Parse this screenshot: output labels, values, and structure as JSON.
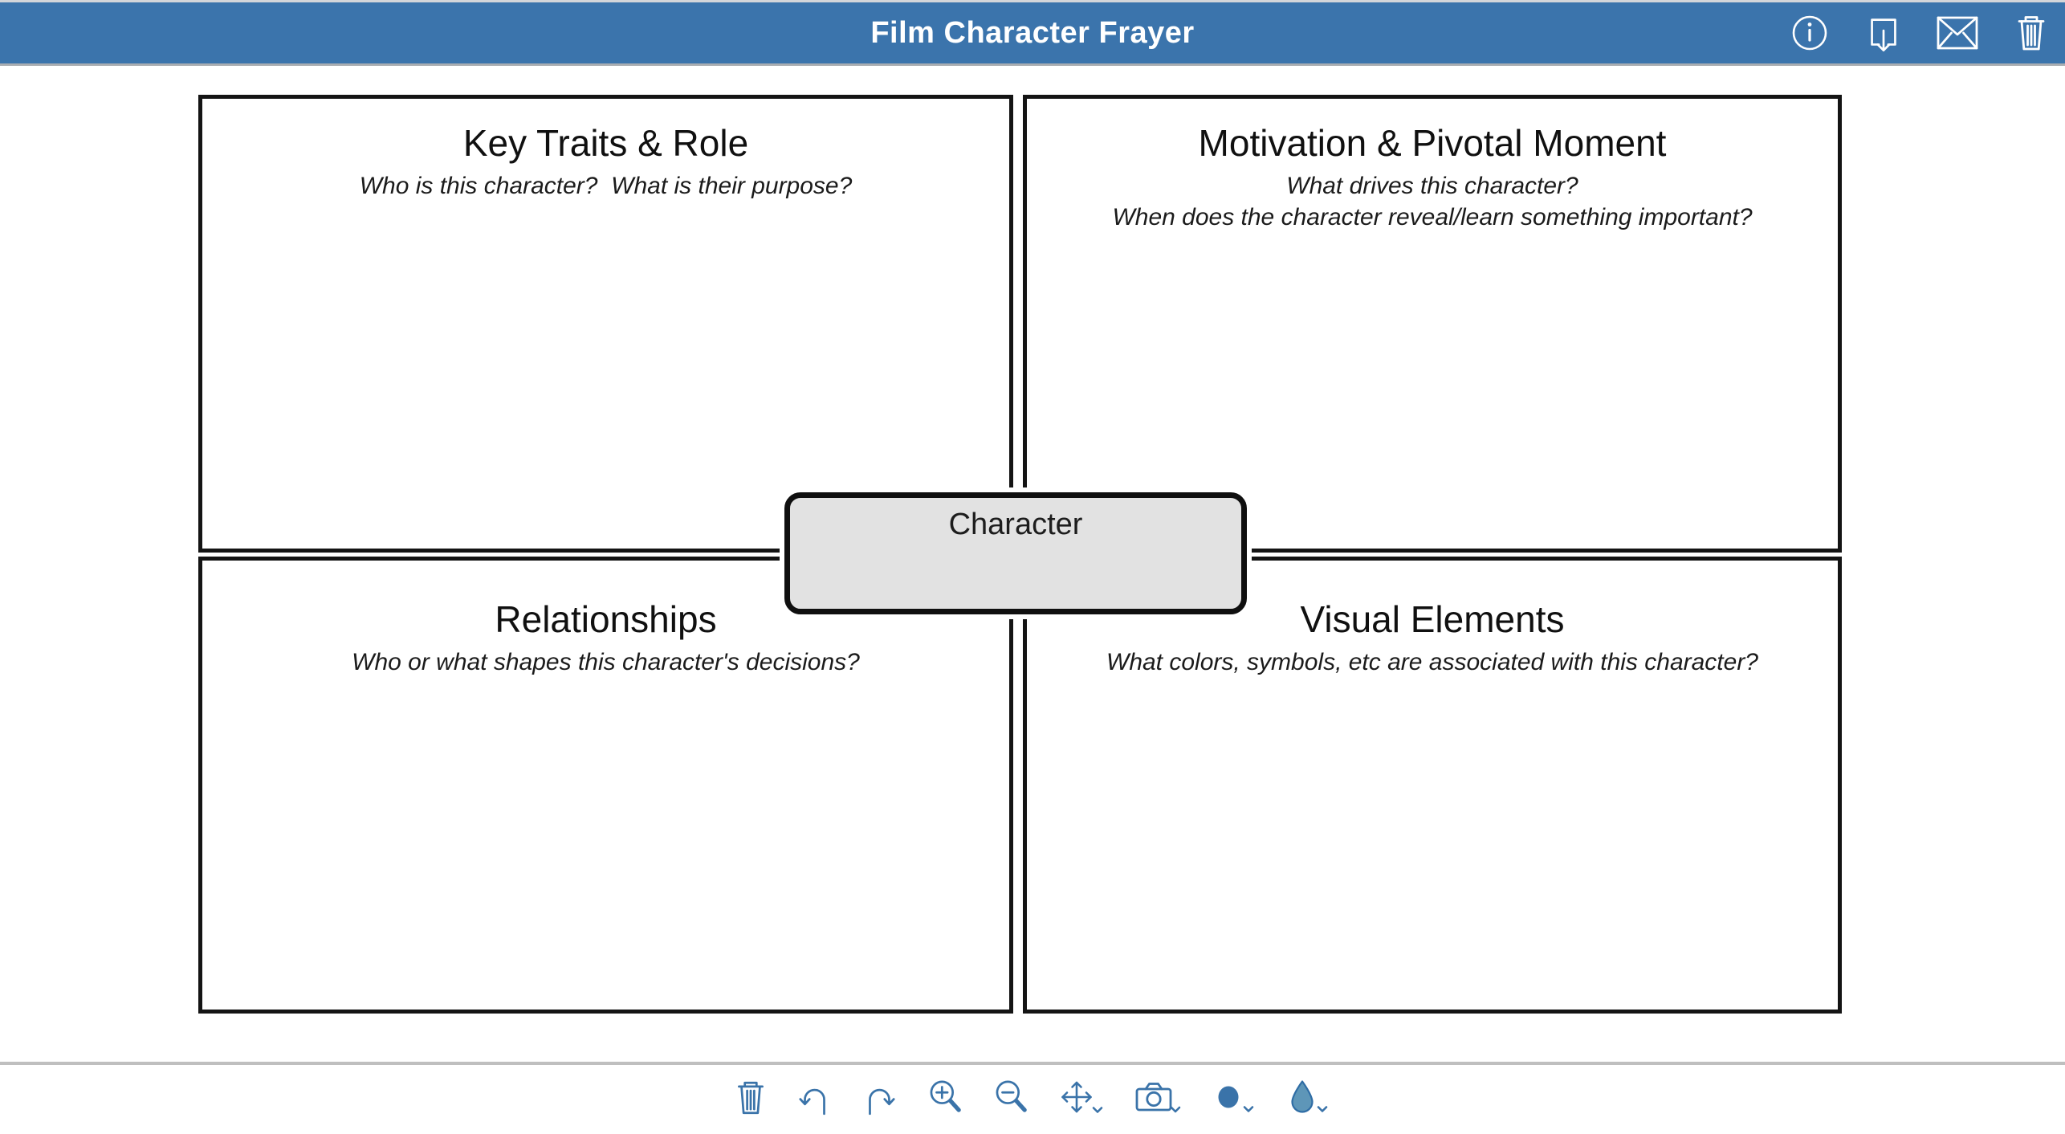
{
  "header": {
    "title": "Film Character Frayer",
    "background": "#3b74ac",
    "icons": [
      {
        "name": "info-icon"
      },
      {
        "name": "download-icon"
      },
      {
        "name": "email-icon"
      },
      {
        "name": "trash-icon"
      }
    ]
  },
  "quadrants": [
    {
      "title": "Key Traits & Role",
      "prompts": [
        "Who is this character?  What is their purpose?"
      ]
    },
    {
      "title": "Motivation & Pivotal Moment",
      "prompts": [
        "What drives this character?",
        "When does the character reveal/learn something important?"
      ]
    },
    {
      "title": "Relationships",
      "prompts": [
        "Who or what shapes this character's decisions?"
      ]
    },
    {
      "title": "Visual Elements",
      "prompts": [
        "What colors, symbols, etc are associated with this character?"
      ]
    }
  ],
  "center_box": {
    "label": "Character",
    "fill": "#e2e2e2"
  },
  "toolbar": {
    "icons": [
      {
        "name": "trash-icon"
      },
      {
        "name": "undo-icon"
      },
      {
        "name": "redo-icon"
      },
      {
        "name": "zoom-in-icon"
      },
      {
        "name": "zoom-out-icon"
      },
      {
        "name": "move-icon",
        "has_dropdown": true
      },
      {
        "name": "camera-icon",
        "has_dropdown": true
      },
      {
        "name": "shape-circle-icon",
        "has_dropdown": true
      },
      {
        "name": "color-drop-icon",
        "has_dropdown": true
      }
    ],
    "icon_color": "#3a73a9",
    "droplet_fill": "#5e96b8"
  },
  "colors": {
    "header_background": "#3b74ac",
    "header_icon": "#ffffff",
    "accent_blue": "#3a73a9",
    "droplet_fill": "#5e96b8",
    "center_box_fill": "#e2e2e2",
    "quadrant_border": "#141414",
    "divider": "#bfbfbf",
    "canvas": "#ffffff"
  }
}
